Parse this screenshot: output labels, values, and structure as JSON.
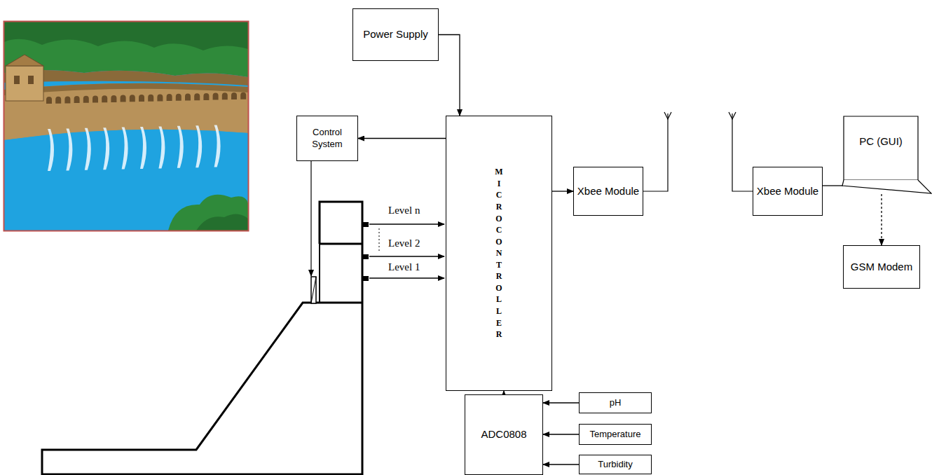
{
  "diagram": {
    "nodes": [
      {
        "text": [
          "Power Supply"
        ]
      },
      {
        "text": [
          "Control System"
        ]
      },
      {
        "text": [
          "MICROCONTROLLER"
        ]
      },
      {
        "text": [
          "Xbee Module"
        ]
      },
      {
        "text": [
          "Xbee Module"
        ]
      },
      {
        "text": [
          "PC (GUI)"
        ]
      },
      {
        "text": [
          "GSM Modem"
        ]
      },
      {
        "text": [
          "ADC0808"
        ]
      },
      {
        "text": [
          "pH"
        ]
      },
      {
        "text": [
          "Temperature"
        ]
      },
      {
        "text": [
          "Turbidity"
        ]
      }
    ],
    "edges": [
      {
        "from": 0,
        "to": 2,
        "arrow": "to"
      },
      {
        "from": 2,
        "to": 1,
        "arrow": "to"
      },
      {
        "from": 2,
        "to": 3,
        "arrow": "to"
      },
      {
        "from": 4,
        "to": 5,
        "arrow": "none"
      },
      {
        "from": 5,
        "to": 6,
        "arrow": "to"
      },
      {
        "from": 7,
        "to": 2,
        "arrow": "to"
      },
      {
        "from": 8,
        "to": 7,
        "arrow": "to"
      },
      {
        "from": 9,
        "to": 7,
        "arrow": "to"
      },
      {
        "from": 10,
        "to": 7,
        "arrow": "to"
      }
    ],
    "labels": [
      "Level n",
      "Level 2",
      "Level 1"
    ]
  }
}
